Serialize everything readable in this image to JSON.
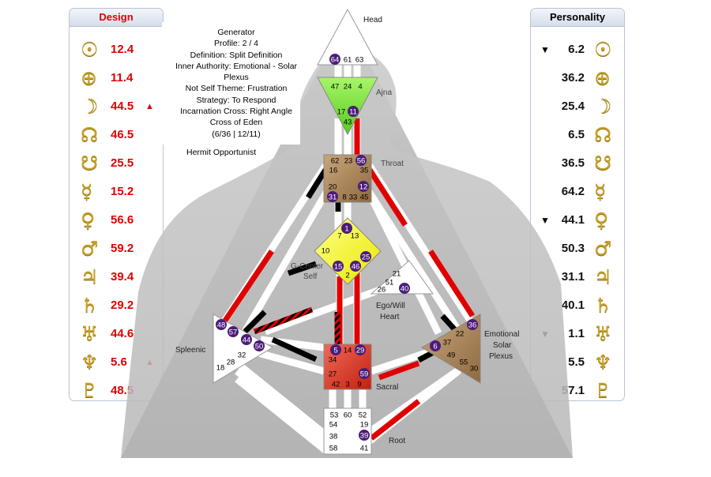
{
  "design": {
    "title": "Design",
    "rows": [
      {
        "planet": "sun-icon",
        "glyph": "☉",
        "value": "12.4",
        "arrow": ""
      },
      {
        "planet": "earth-icon",
        "glyph": "⊕",
        "value": "11.4",
        "arrow": ""
      },
      {
        "planet": "moon-icon",
        "glyph": "☽",
        "value": "44.5",
        "arrow": "▲"
      },
      {
        "planet": "north-node-icon",
        "glyph": "☊",
        "value": "46.5",
        "arrow": ""
      },
      {
        "planet": "south-node-icon",
        "glyph": "☋",
        "value": "25.5",
        "arrow": ""
      },
      {
        "planet": "mercury-icon",
        "glyph": "☿",
        "value": "15.2",
        "arrow": ""
      },
      {
        "planet": "venus-icon",
        "glyph": "♀",
        "value": "56.6",
        "arrow": ""
      },
      {
        "planet": "mars-icon",
        "glyph": "♂",
        "value": "59.2",
        "arrow": ""
      },
      {
        "planet": "jupiter-icon",
        "glyph": "♃",
        "value": "39.4",
        "arrow": ""
      },
      {
        "planet": "saturn-icon",
        "glyph": "♄",
        "value": "29.2",
        "arrow": ""
      },
      {
        "planet": "uranus-icon",
        "glyph": "♅",
        "value": "44.6",
        "arrow": ""
      },
      {
        "planet": "neptune-icon",
        "glyph": "♆",
        "value": "5.6",
        "arrow": "▲"
      },
      {
        "planet": "pluto-icon",
        "glyph": "♇",
        "value": "48.5",
        "arrow": ""
      }
    ]
  },
  "personality": {
    "title": "Personality",
    "rows": [
      {
        "planet": "sun-icon",
        "glyph": "☉",
        "value": "6.2",
        "arrow": "▼"
      },
      {
        "planet": "earth-icon",
        "glyph": "⊕",
        "value": "36.2",
        "arrow": ""
      },
      {
        "planet": "moon-icon",
        "glyph": "☽",
        "value": "25.4",
        "arrow": ""
      },
      {
        "planet": "north-node-icon",
        "glyph": "☊",
        "value": "6.5",
        "arrow": ""
      },
      {
        "planet": "south-node-icon",
        "glyph": "☋",
        "value": "36.5",
        "arrow": ""
      },
      {
        "planet": "mercury-icon",
        "glyph": "☿",
        "value": "64.2",
        "arrow": ""
      },
      {
        "planet": "venus-icon",
        "glyph": "♀",
        "value": "44.1",
        "arrow": "▼"
      },
      {
        "planet": "mars-icon",
        "glyph": "♂",
        "value": "50.3",
        "arrow": ""
      },
      {
        "planet": "jupiter-icon",
        "glyph": "♃",
        "value": "31.1",
        "arrow": ""
      },
      {
        "planet": "saturn-icon",
        "glyph": "♄",
        "value": "40.1",
        "arrow": ""
      },
      {
        "planet": "uranus-icon",
        "glyph": "♅",
        "value": "1.1",
        "arrow": "▼"
      },
      {
        "planet": "neptune-icon",
        "glyph": "♆",
        "value": "5.5",
        "arrow": ""
      },
      {
        "planet": "pluto-icon",
        "glyph": "♇",
        "value": "57.1",
        "arrow": ""
      }
    ]
  },
  "chart_info": {
    "lines": [
      "Generator",
      "Profile:  2 / 4",
      "Definition:  Split Definition",
      "Inner Authority:  Emotional - Solar",
      "Plexus",
      "Not Self Theme:  Frustration",
      "Strategy:  To Respond",
      "Incarnation Cross:  Right Angle",
      "Cross of Eden",
      "(6/36 | 12/11)"
    ],
    "variable": "Hermit Opportunist"
  },
  "centers": {
    "head": "Head",
    "ajna": "Ajna",
    "throat": "Throat",
    "g_center": "G-Center",
    "self": "Self",
    "ego": "Ego/Will",
    "heart": "Heart",
    "spleen": "Spleenic",
    "solar": "Emotional",
    "solar2": "Solar",
    "solar3": "Plexus",
    "sacral": "Sacral",
    "root": "Root"
  },
  "gates": [
    {
      "g": "64",
      "c": "head",
      "a": true
    },
    {
      "g": "61",
      "c": "head",
      "a": false
    },
    {
      "g": "63",
      "c": "head",
      "a": false
    },
    {
      "g": "47",
      "c": "ajna",
      "a": false
    },
    {
      "g": "24",
      "c": "ajna",
      "a": false
    },
    {
      "g": "4",
      "c": "ajna",
      "a": false
    },
    {
      "g": "17",
      "c": "ajna",
      "a": false
    },
    {
      "g": "11",
      "c": "ajna",
      "a": true
    },
    {
      "g": "43",
      "c": "ajna",
      "a": false
    },
    {
      "g": "62",
      "c": "throat",
      "a": false
    },
    {
      "g": "23",
      "c": "throat",
      "a": false
    },
    {
      "g": "56",
      "c": "throat",
      "a": true
    },
    {
      "g": "16",
      "c": "throat",
      "a": false
    },
    {
      "g": "35",
      "c": "throat",
      "a": false
    },
    {
      "g": "20",
      "c": "throat",
      "a": false
    },
    {
      "g": "12",
      "c": "throat",
      "a": true
    },
    {
      "g": "31",
      "c": "throat",
      "a": true
    },
    {
      "g": "8",
      "c": "throat",
      "a": false
    },
    {
      "g": "33",
      "c": "throat",
      "a": false
    },
    {
      "g": "45",
      "c": "throat",
      "a": false
    },
    {
      "g": "1",
      "c": "g",
      "a": true
    },
    {
      "g": "7",
      "c": "g",
      "a": false
    },
    {
      "g": "13",
      "c": "g",
      "a": false
    },
    {
      "g": "10",
      "c": "g",
      "a": false
    },
    {
      "g": "25",
      "c": "g",
      "a": true
    },
    {
      "g": "15",
      "c": "g",
      "a": true
    },
    {
      "g": "46",
      "c": "g",
      "a": true
    },
    {
      "g": "2",
      "c": "g",
      "a": false
    },
    {
      "g": "21",
      "c": "ego",
      "a": false
    },
    {
      "g": "51",
      "c": "ego",
      "a": false
    },
    {
      "g": "26",
      "c": "ego",
      "a": false
    },
    {
      "g": "40",
      "c": "ego",
      "a": true
    },
    {
      "g": "48",
      "c": "spleen",
      "a": true
    },
    {
      "g": "57",
      "c": "spleen",
      "a": true
    },
    {
      "g": "44",
      "c": "spleen",
      "a": true
    },
    {
      "g": "50",
      "c": "spleen",
      "a": true
    },
    {
      "g": "32",
      "c": "spleen",
      "a": false
    },
    {
      "g": "28",
      "c": "spleen",
      "a": false
    },
    {
      "g": "18",
      "c": "spleen",
      "a": false
    },
    {
      "g": "36",
      "c": "solar",
      "a": true
    },
    {
      "g": "22",
      "c": "solar",
      "a": false
    },
    {
      "g": "37",
      "c": "solar",
      "a": false
    },
    {
      "g": "6",
      "c": "solar",
      "a": true
    },
    {
      "g": "49",
      "c": "solar",
      "a": false
    },
    {
      "g": "55",
      "c": "solar",
      "a": false
    },
    {
      "g": "30",
      "c": "solar",
      "a": false
    },
    {
      "g": "5",
      "c": "sacral",
      "a": true
    },
    {
      "g": "14",
      "c": "sacral",
      "a": false
    },
    {
      "g": "29",
      "c": "sacral",
      "a": true
    },
    {
      "g": "34",
      "c": "sacral",
      "a": false
    },
    {
      "g": "27",
      "c": "sacral",
      "a": false
    },
    {
      "g": "59",
      "c": "sacral",
      "a": true
    },
    {
      "g": "42",
      "c": "sacral",
      "a": false
    },
    {
      "g": "3",
      "c": "sacral",
      "a": false
    },
    {
      "g": "9",
      "c": "sacral",
      "a": false
    },
    {
      "g": "53",
      "c": "root",
      "a": false
    },
    {
      "g": "60",
      "c": "root",
      "a": false
    },
    {
      "g": "52",
      "c": "root",
      "a": false
    },
    {
      "g": "54",
      "c": "root",
      "a": false
    },
    {
      "g": "19",
      "c": "root",
      "a": false
    },
    {
      "g": "38",
      "c": "root",
      "a": false
    },
    {
      "g": "39",
      "c": "root",
      "a": true
    },
    {
      "g": "58",
      "c": "root",
      "a": false
    },
    {
      "g": "41",
      "c": "root",
      "a": false
    }
  ],
  "colors": {
    "design": "#e00000",
    "personality": "#000000",
    "ajna": "#7ee63a",
    "throat": "#b48a5c",
    "g_center": "#ffff33",
    "sacral": "#e23a2a",
    "solar": "#b48a5c",
    "gate_active": "#4b1c7a",
    "planet_glyph": "#c9a227"
  }
}
